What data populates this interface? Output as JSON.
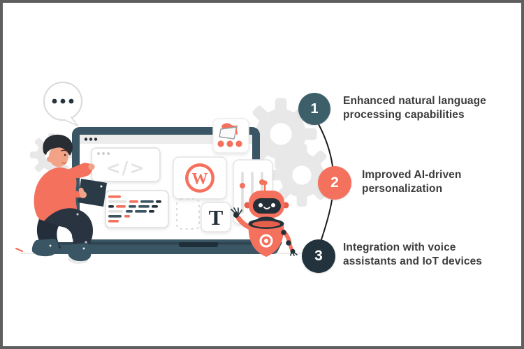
{
  "steps": [
    {
      "number": "1",
      "badge_color": "#3d5f6a",
      "line1": "Enhanced natural language",
      "line2": "processing capabilities"
    },
    {
      "number": "2",
      "badge_color": "#f4715d",
      "line1": "Improved AI-driven",
      "line2": "personalization"
    },
    {
      "number": "3",
      "badge_color": "#22333d",
      "line1": "Integration with voice",
      "line2": "assistants and IoT devices"
    }
  ],
  "illustration": {
    "code_glyph": "</>",
    "wordpress_letter": "W",
    "typography_letter": "T",
    "colors": {
      "coral": "#f4715d",
      "teal": "#3a5664",
      "navy": "#22313a",
      "gear_gray": "#e8e8e8",
      "skin": "#f2a287"
    }
  }
}
